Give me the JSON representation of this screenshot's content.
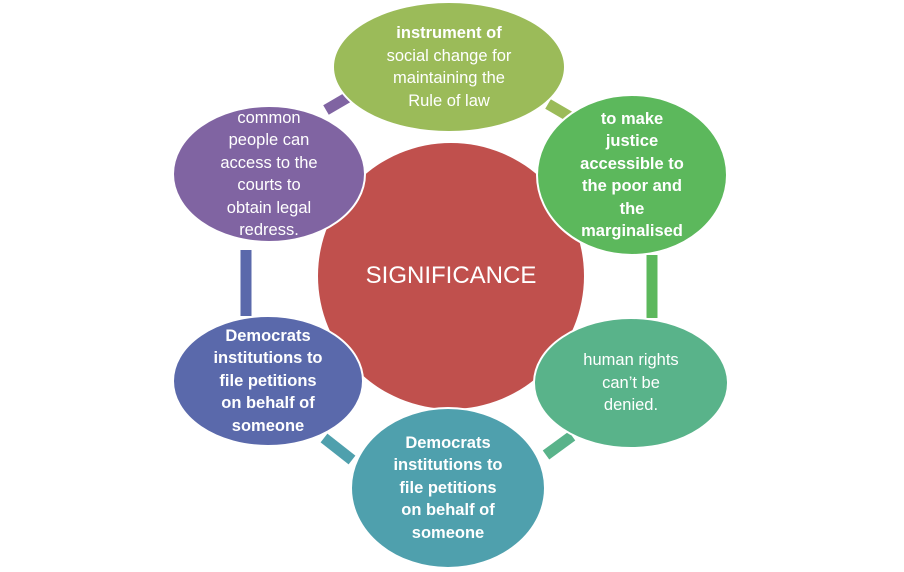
{
  "diagram": {
    "center": {
      "text": "SIGNIFICANCE",
      "color": "#c0504d"
    },
    "nodes": [
      {
        "id": "top",
        "color": "#9bbb59",
        "lines": [
          {
            "text": "instrument of",
            "bold": true
          },
          {
            "text": "social change  for",
            "bold": false
          },
          {
            "text": "maintaining the",
            "bold": false
          },
          {
            "text": "Rule of law",
            "bold": false
          }
        ]
      },
      {
        "id": "upper-right",
        "color": "#5cb85c",
        "lines": [
          {
            "text": "to make",
            "bold": true
          },
          {
            "text": "justice",
            "bold": true
          },
          {
            "text": "accessible to",
            "bold": true
          },
          {
            "text": "the poor and",
            "bold": true
          },
          {
            "text": "the",
            "bold": true
          },
          {
            "text": "marginalised",
            "bold": true
          }
        ]
      },
      {
        "id": "lower-right",
        "color": "#59b38a",
        "lines": [
          {
            "text": "human rights",
            "bold": false
          },
          {
            "text": "can’t be",
            "bold": false
          },
          {
            "text": "denied.",
            "bold": false
          }
        ]
      },
      {
        "id": "bottom",
        "color": "#4fa0ad",
        "lines": [
          {
            "text": "Democrats",
            "bold": true
          },
          {
            "text": "institutions to",
            "bold": true
          },
          {
            "text": "file petitions",
            "bold": true
          },
          {
            "text": "on behalf of",
            "bold": true
          },
          {
            "text": "someone",
            "bold": true
          }
        ]
      },
      {
        "id": "lower-left",
        "color": "#5a69ab",
        "lines": [
          {
            "text": "Democrats",
            "bold": true
          },
          {
            "text": "institutions to",
            "bold": true
          },
          {
            "text": "file petitions",
            "bold": true
          },
          {
            "text": "on behalf of",
            "bold": true
          },
          {
            "text": "someone",
            "bold": true
          }
        ]
      },
      {
        "id": "upper-left",
        "color": "#8064a2",
        "lines": [
          {
            "text": "common",
            "bold": false
          },
          {
            "text": "people can",
            "bold": false
          },
          {
            "text": "access to the",
            "bold": false
          },
          {
            "text": "courts to",
            "bold": false
          },
          {
            "text": "obtain legal",
            "bold": false
          },
          {
            "text": "redress.",
            "bold": false
          }
        ]
      }
    ],
    "connectors": [
      {
        "from": "top",
        "to": "upper-right",
        "color": "#9bbb59"
      },
      {
        "from": "upper-right",
        "to": "lower-right",
        "color": "#5cb85c"
      },
      {
        "from": "lower-right",
        "to": "bottom",
        "color": "#59b38a"
      },
      {
        "from": "bottom",
        "to": "lower-left",
        "color": "#4fa0ad"
      },
      {
        "from": "lower-left",
        "to": "upper-left",
        "color": "#5a69ab"
      },
      {
        "from": "upper-left",
        "to": "top",
        "color": "#8064a2"
      }
    ]
  }
}
